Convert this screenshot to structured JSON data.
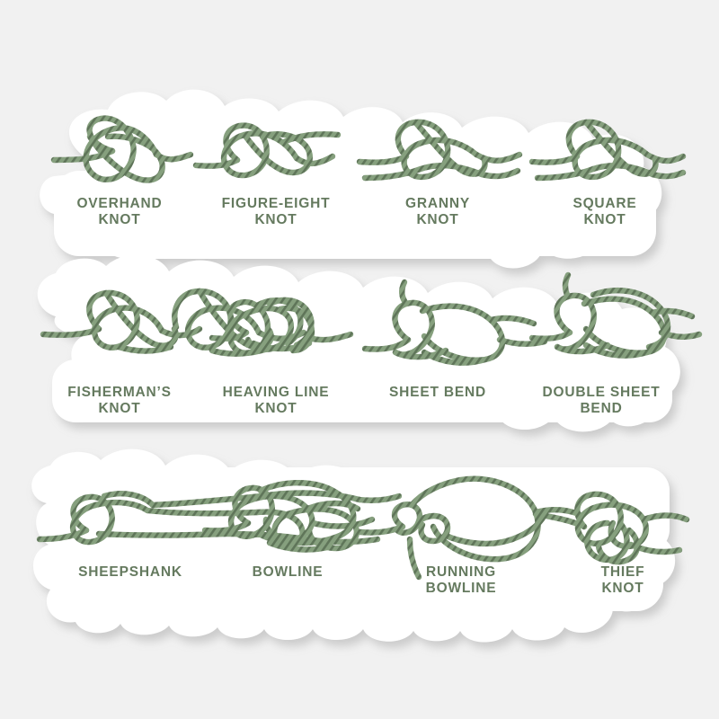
{
  "artwork": {
    "title": "Knot Types Reference Sticker",
    "subject": "rope-knots-chart",
    "background_color": "#f1f1f1",
    "sticker_color": "#ffffff",
    "rope_color": "#7d9376",
    "rope_shadow_color": "#5f7559",
    "label_color": "#657a5f",
    "shadow_color": "#c9c9c9"
  },
  "rows": [
    {
      "row_index": 1,
      "knots": [
        {
          "name": "OVERHAND\nKNOT",
          "knot_type": "overhand"
        },
        {
          "name": "FIGURE-EIGHT\nKNOT",
          "knot_type": "figure-eight"
        },
        {
          "name": "GRANNY\nKNOT",
          "knot_type": "granny"
        },
        {
          "name": "SQUARE\nKNOT",
          "knot_type": "square"
        }
      ]
    },
    {
      "row_index": 2,
      "knots": [
        {
          "name": "FISHERMAN’S\nKNOT",
          "knot_type": "fishermans"
        },
        {
          "name": "HEAVING LINE\nKNOT",
          "knot_type": "heaving-line"
        },
        {
          "name": "SHEET BEND",
          "knot_type": "sheet-bend"
        },
        {
          "name": "DOUBLE SHEET\nBEND",
          "knot_type": "double-sheet-bend"
        }
      ]
    },
    {
      "row_index": 3,
      "knots": [
        {
          "name": "SHEEPSHANK",
          "knot_type": "sheepshank"
        },
        {
          "name": "BOWLINE",
          "knot_type": "bowline"
        },
        {
          "name": "RUNNING\nBOWLINE",
          "knot_type": "running-bowline"
        },
        {
          "name": "THIEF\nKNOT",
          "knot_type": "thief"
        }
      ]
    }
  ],
  "labels": {
    "r1c1": "OVERHAND\nKNOT",
    "r1c2": "FIGURE-EIGHT\nKNOT",
    "r1c3": "GRANNY\nKNOT",
    "r1c4": "SQUARE\nKNOT",
    "r2c1": "FISHERMAN’S\nKNOT",
    "r2c2": "HEAVING LINE\nKNOT",
    "r2c3": "SHEET BEND",
    "r2c4": "DOUBLE SHEET\nBEND",
    "r3c1": "SHEEPSHANK",
    "r3c2": "BOWLINE",
    "r3c3": "RUNNING\nBOWLINE",
    "r3c4": "THIEF\nKNOT"
  }
}
